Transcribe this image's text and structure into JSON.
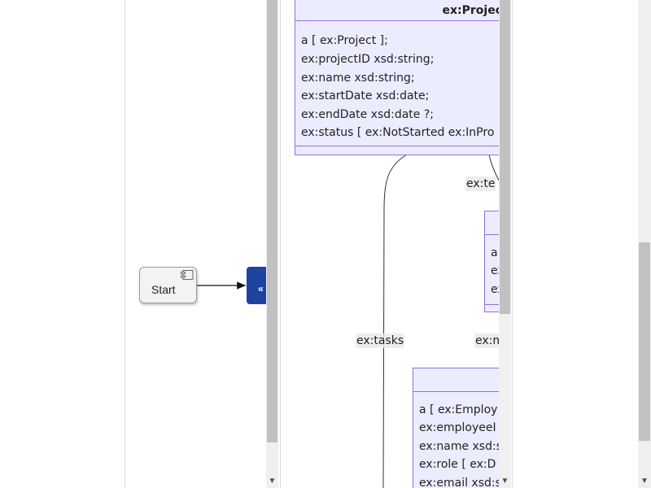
{
  "flow": {
    "start_label": "Start",
    "next_node_label": "«"
  },
  "diagram": {
    "project_box": {
      "header": "ex:Projec",
      "rows": [
        "a [ ex:Project ];",
        "ex:projectID xsd:string;",
        "ex:name xsd:string;",
        "ex:startDate xsd:date;",
        "ex:endDate xsd:date ?;",
        "ex:status [ ex:NotStarted ex:InPro"
      ]
    },
    "middle_box": {
      "rows": [
        "a",
        "ex",
        "ex"
      ]
    },
    "employee_box": {
      "rows": [
        "a [ ex:Employ",
        "ex:employeeI",
        "ex:name xsd:s",
        "ex:role [ ex:D",
        "ex:email xsd:s"
      ]
    },
    "edge_labels": {
      "team": "ex:te",
      "tasks": "ex:tasks",
      "manager": "ex:m"
    }
  },
  "scroll": {
    "down_arrow": "▼"
  }
}
